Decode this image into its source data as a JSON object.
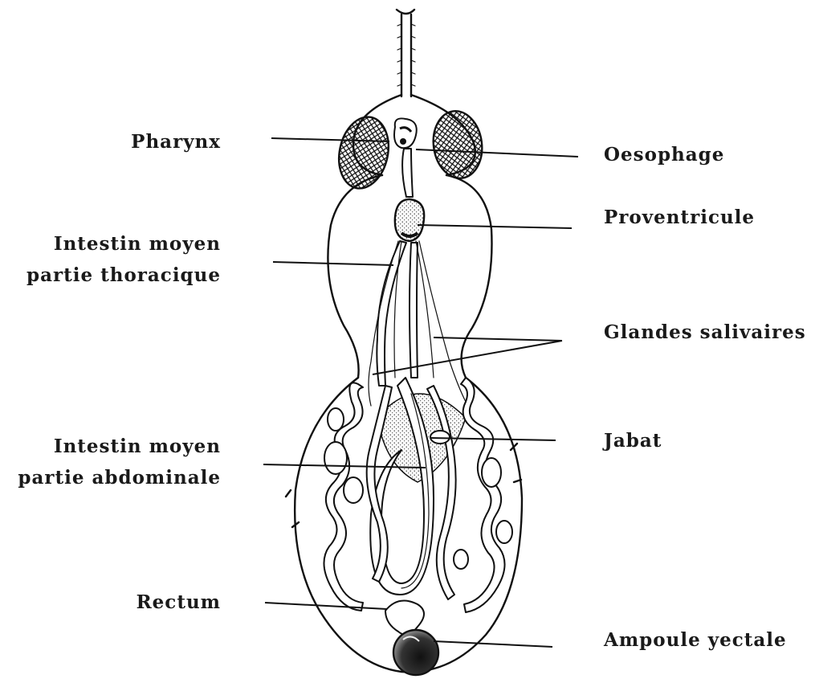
{
  "labels_left": [
    {
      "id": "pharynx",
      "lines": [
        "Pharynx"
      ]
    },
    {
      "id": "intestin-thoracique",
      "lines": [
        "Intestin moyen",
        "partie thoracique"
      ]
    },
    {
      "id": "intestin-abdominale",
      "lines": [
        "Intestin moyen",
        "partie abdominale"
      ]
    },
    {
      "id": "rectum",
      "lines": [
        "Rectum"
      ]
    }
  ],
  "labels_right": [
    {
      "id": "oesophage",
      "lines": [
        "Oesophage"
      ]
    },
    {
      "id": "proventricule",
      "lines": [
        "Proventricule"
      ]
    },
    {
      "id": "glandes-salivaires",
      "lines": [
        "Glandes salivaires"
      ]
    },
    {
      "id": "jabat",
      "lines": [
        "Jabat"
      ]
    },
    {
      "id": "ampoule-yectale",
      "lines": [
        "Ampoule yectale"
      ]
    }
  ]
}
